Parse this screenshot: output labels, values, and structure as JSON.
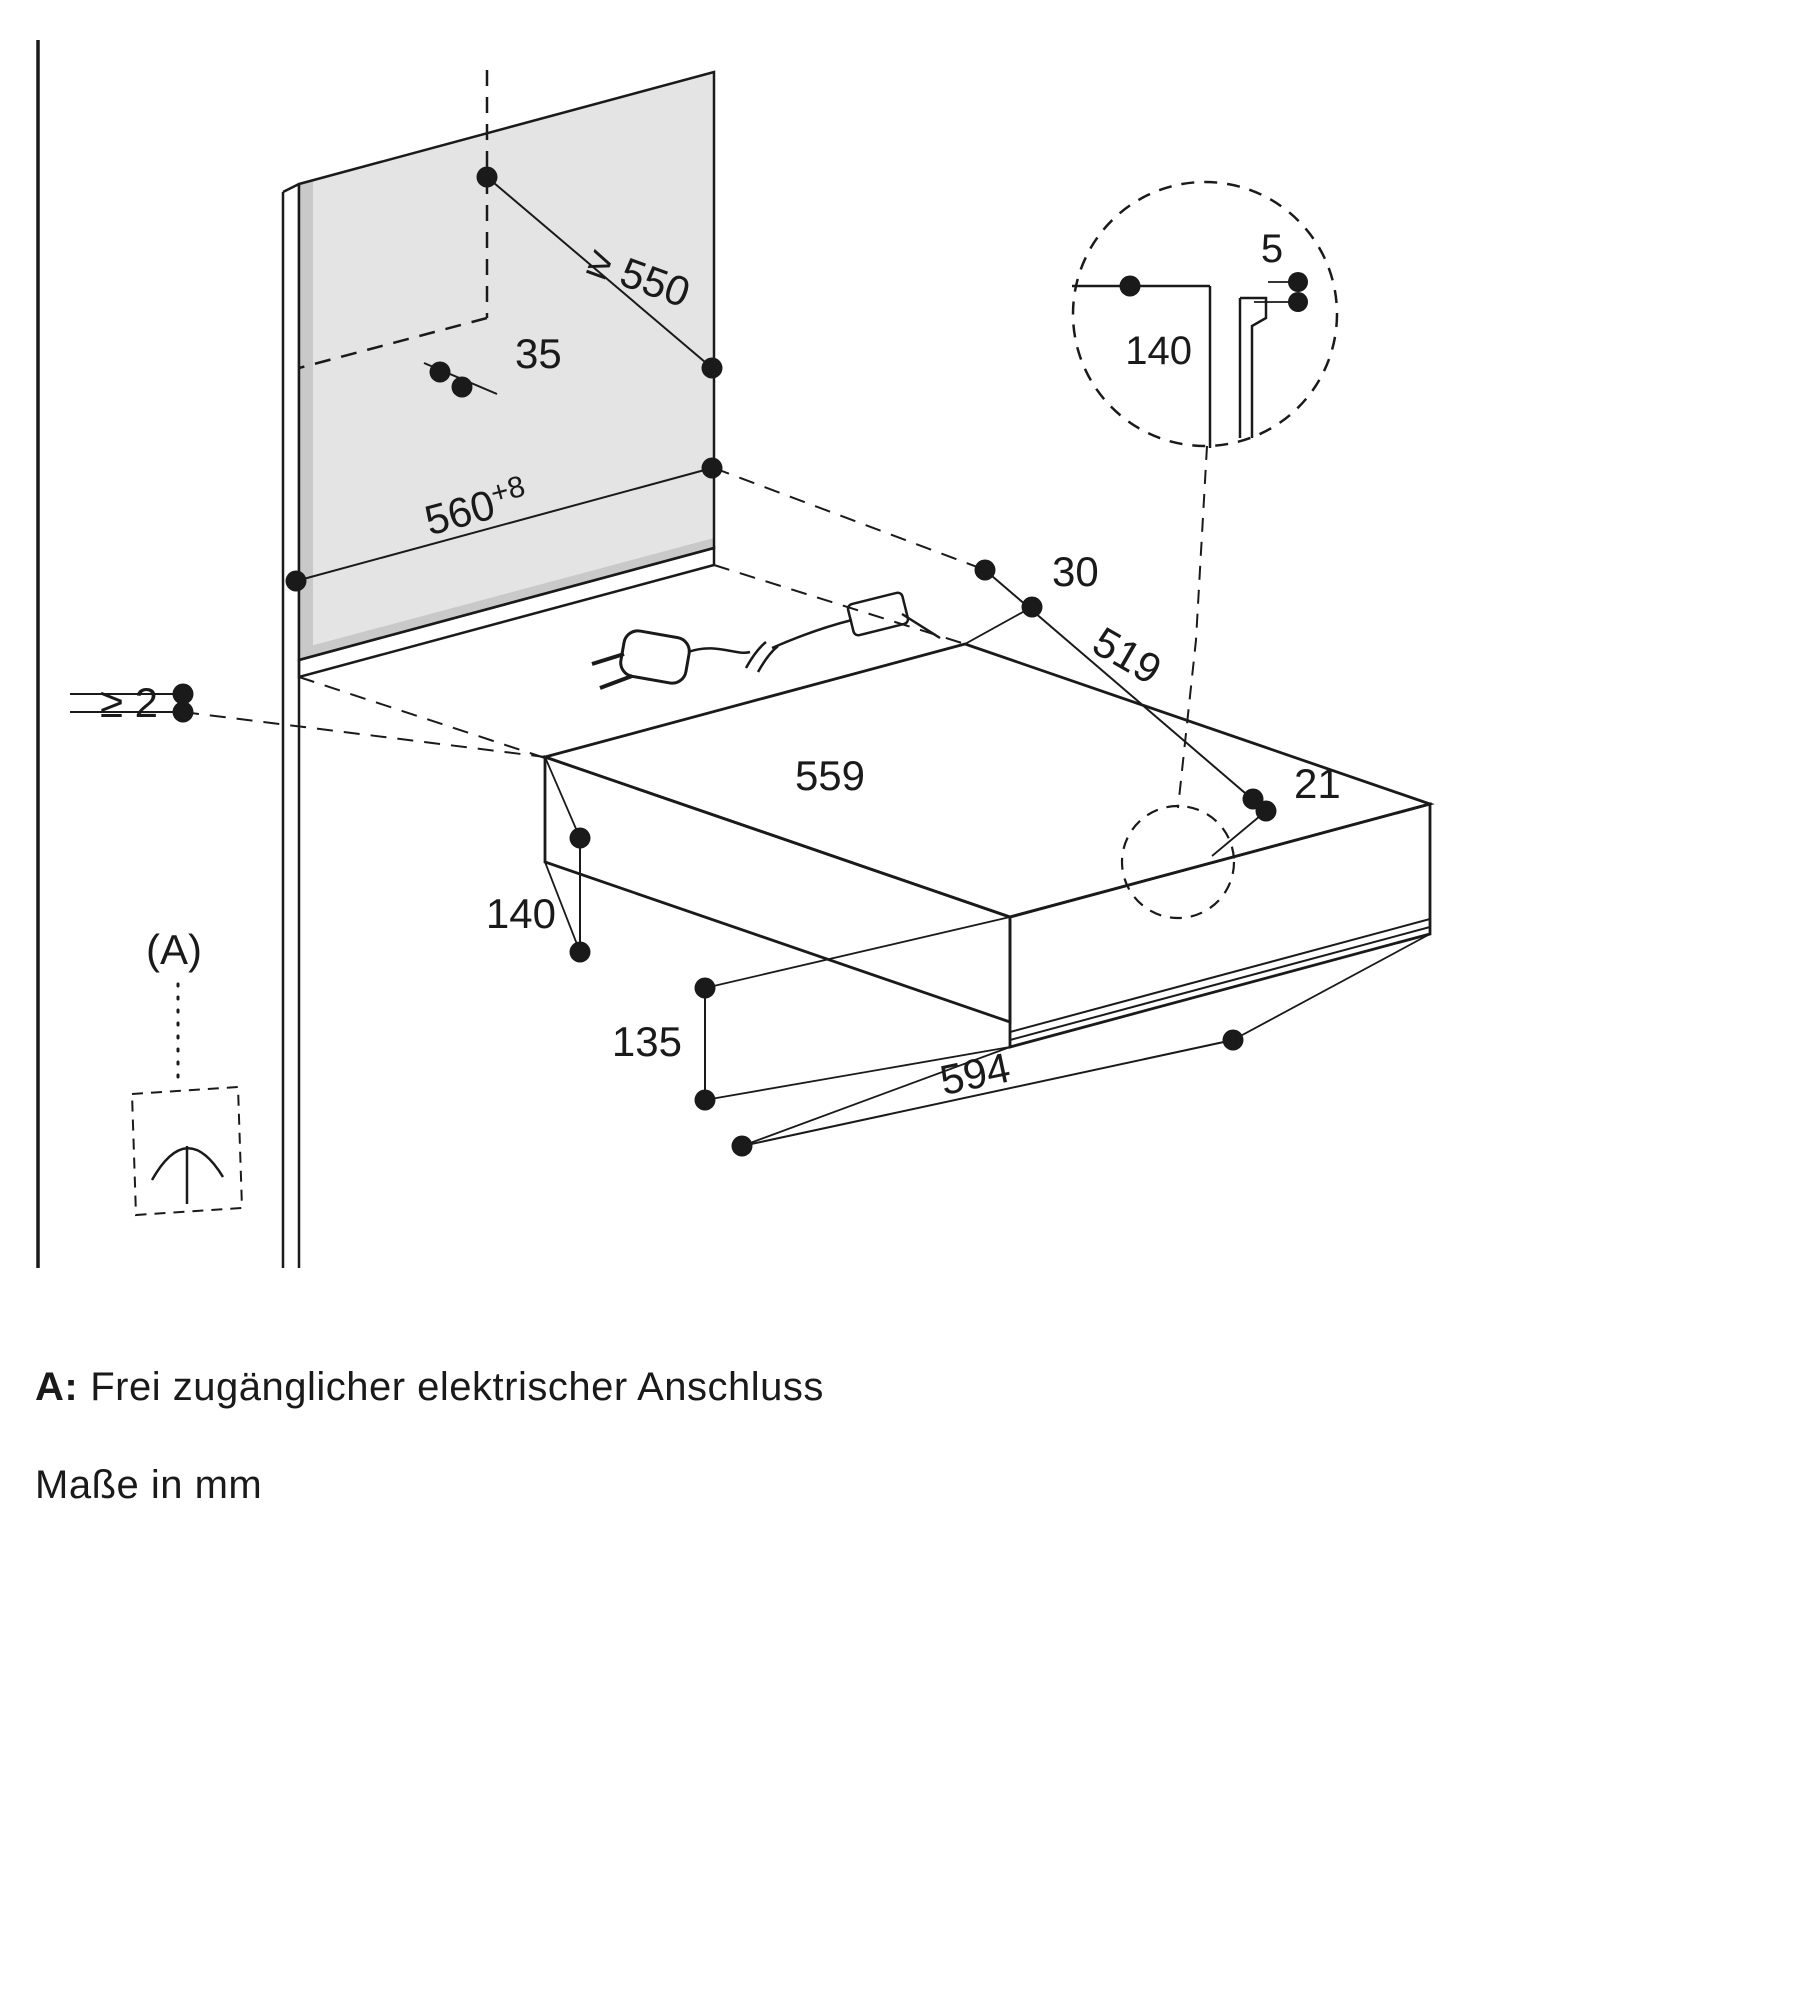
{
  "diagram": {
    "dims": {
      "depth_min": "≥ 550",
      "offset_35": "35",
      "niche_width": "560",
      "niche_width_sup": "+8",
      "gap_min": "≥ 2",
      "rear_gap": "30",
      "depth": "519",
      "width": "559",
      "overhang": "21",
      "height": "140",
      "front_height": "135",
      "front_width": "594"
    },
    "detail": {
      "gap": "5",
      "height": "140"
    },
    "marker": "(A)",
    "legend": {
      "a_prefix": "A:",
      "a_text": "Frei zugänglicher elektrischer Anschluss",
      "units": "Maße in mm"
    },
    "colors": {
      "line": "#1a1a1a",
      "panel": "#e4e4e4",
      "panel_shadow": "#c9c9c9"
    }
  }
}
